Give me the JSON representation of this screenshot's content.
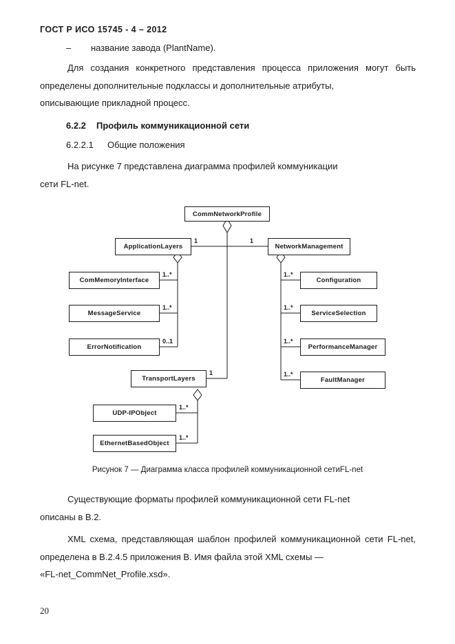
{
  "document": {
    "header": "ГОСТ Р ИСО 15745 - 4 – 2012",
    "page_number": "20"
  },
  "content": {
    "dash_item": {
      "dash": "–",
      "text": "название завода (PlantName)."
    },
    "paragraph_1": {
      "line_1": "Для создания конкретного представления процесса приложения могут быть определены дополнительные подклассы и дополнительные атрибуты,",
      "line_last": "описывающие прикладной процесс."
    },
    "heading": {
      "number": "6.2.2",
      "title": "Профиль коммуникационной сети"
    },
    "subheading": {
      "number": "6.2.2.1",
      "title": "Общие положения"
    },
    "paragraph_2": {
      "line_1": "На рисунке 7 представлена диаграмма профилей коммуникации",
      "line_last": "сети FL-net."
    },
    "figure_caption": "Рисунок 7 — Диаграмма класса профилей коммуникационной сетиFL-net",
    "paragraph_3": {
      "line_1": "Существующие форматы профилей коммуникационной сети FL-net",
      "line_last": "описаны в B.2."
    },
    "paragraph_4": {
      "line_1": "XML схема, представляющая шаблон профилей коммуникационной сети FL-net, определена в B.2.4.5 приложения В. Имя файла этой XML схемы —",
      "line_last": "«FL-net_CommNet_Profile.xsd»."
    }
  },
  "diagram": {
    "type": "uml-class-diagram",
    "stroke_color": "#1a1a1a",
    "fill_color": "#ffffff",
    "classes": {
      "comm_network_profile": "CommNetworkProfile",
      "application_layers": "ApplicationLayers",
      "network_management": "NetworkManagement",
      "com_memory_interface": "ComMemoryInterface",
      "message_service": "MessageService",
      "error_notification": "ErrorNotification",
      "configuration": "Configuration",
      "service_selection": "ServiceSelection",
      "performance_manager": "PerformanceManager",
      "fault_manager": "FaultManager",
      "transport_layers": "TransportLayers",
      "udp_ip_object": "UDP-IPObject",
      "ethernet_based_object": "EthernetBasedObject"
    },
    "multiplicities": {
      "application_layers": "1",
      "network_management": "1",
      "transport_layers": "1",
      "com_memory_interface": "1..*",
      "message_service": "1..*",
      "error_notification": "0..1",
      "configuration": "1..*",
      "service_selection": "1..*",
      "performance_manager": "1..*",
      "fault_manager": "1..*",
      "udp_ip_object": "1..*",
      "ethernet_based_object": "1..*"
    },
    "associations": [
      {
        "from": "CommNetworkProfile",
        "to": "ApplicationLayers",
        "kind": "aggregation",
        "multiplicity": "1"
      },
      {
        "from": "CommNetworkProfile",
        "to": "NetworkManagement",
        "kind": "aggregation",
        "multiplicity": "1"
      },
      {
        "from": "CommNetworkProfile",
        "to": "TransportLayers",
        "kind": "aggregation",
        "multiplicity": "1"
      },
      {
        "from": "ApplicationLayers",
        "to": "ComMemoryInterface",
        "kind": "aggregation",
        "multiplicity": "1..*"
      },
      {
        "from": "ApplicationLayers",
        "to": "MessageService",
        "kind": "aggregation",
        "multiplicity": "1..*"
      },
      {
        "from": "ApplicationLayers",
        "to": "ErrorNotification",
        "kind": "aggregation",
        "multiplicity": "0..1"
      },
      {
        "from": "NetworkManagement",
        "to": "Configuration",
        "kind": "aggregation",
        "multiplicity": "1..*"
      },
      {
        "from": "NetworkManagement",
        "to": "ServiceSelection",
        "kind": "aggregation",
        "multiplicity": "1..*"
      },
      {
        "from": "NetworkManagement",
        "to": "PerformanceManager",
        "kind": "aggregation",
        "multiplicity": "1..*"
      },
      {
        "from": "NetworkManagement",
        "to": "FaultManager",
        "kind": "aggregation",
        "multiplicity": "1..*"
      },
      {
        "from": "TransportLayers",
        "to": "UDP-IPObject",
        "kind": "aggregation",
        "multiplicity": "1..*"
      },
      {
        "from": "TransportLayers",
        "to": "EthernetBasedObject",
        "kind": "aggregation",
        "multiplicity": "1..*"
      }
    ]
  }
}
